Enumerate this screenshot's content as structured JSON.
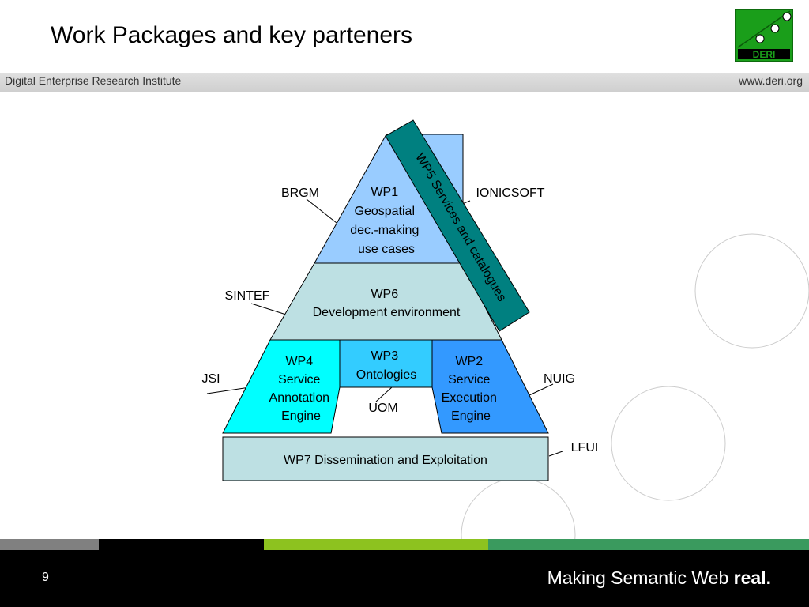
{
  "slide": {
    "title": "Work Packages and key parteners",
    "page_number": "9"
  },
  "logo": {
    "text": "DERI",
    "color": "#1a9e1a"
  },
  "header": {
    "left_text": "Digital Enterprise Research Institute",
    "right_text": "www.deri.org"
  },
  "footer": {
    "tagline_main": "Making Semantic Web",
    "tagline_bold": "real.",
    "bar_colors": [
      "#808080",
      "#000000",
      "#8dc21f",
      "#3a9a5e"
    ]
  },
  "diagram": {
    "wp1": {
      "lines": [
        "WP1",
        "Geospatial",
        "dec.-making",
        "use cases"
      ],
      "color": "#99ccff"
    },
    "wp6": {
      "lines": [
        "WP6",
        "Development environment"
      ],
      "color": "#bde0e3"
    },
    "wp4": {
      "lines": [
        "WP4",
        "Service",
        "Annotation",
        "Engine"
      ],
      "color": "#00ffff"
    },
    "wp3": {
      "lines": [
        "WP3",
        "Ontologies"
      ],
      "color": "#33ccff"
    },
    "wp2": {
      "lines": [
        "WP2",
        "Service",
        "Execution",
        "Engine"
      ],
      "color": "#3399ff"
    },
    "wp5": {
      "label": "WP5 Services and catalogues",
      "color": "#008080"
    },
    "wp7": {
      "label": "WP7 Dissemination and Exploitation",
      "color": "#bde0e3"
    },
    "partners": {
      "brgm": "BRGM",
      "ionicsoft": "IONICSOFT",
      "sintef": "SINTEF",
      "jsi": "JSI",
      "uom": "UOM",
      "nuig": "NUIG",
      "lfui": "LFUI"
    }
  }
}
